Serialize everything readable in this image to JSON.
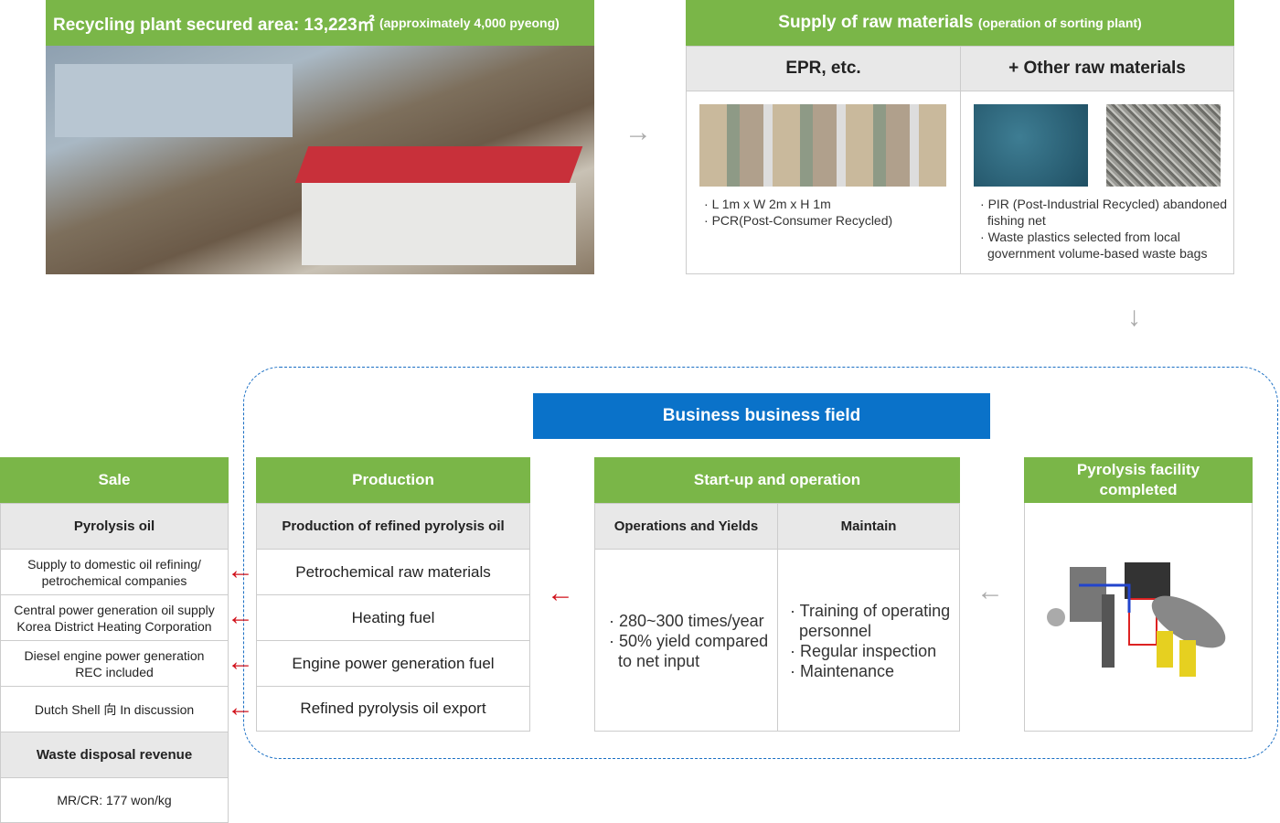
{
  "plant": {
    "title": "Recycling plant secured area: 13,223㎡",
    "title_note": "(approximately 4,000 pyeong)"
  },
  "supply": {
    "title": "Supply of raw materials",
    "title_note": "(operation of sorting plant)",
    "col1": {
      "header": "EPR, etc.",
      "items": [
        "L 1m x W 2m x H 1m",
        "PCR(Post-Consumer Recycled)"
      ]
    },
    "col2": {
      "header": "+ Other raw materials",
      "items": [
        "PIR (Post-Industrial Recycled) abandoned fishing net",
        "Waste plastics selected from local government volume-based waste bags"
      ]
    }
  },
  "banner": "Business business field",
  "sale": {
    "header": "Sale",
    "sub1": "Pyrolysis oil",
    "rows": [
      "Supply to domestic oil refining/ petrochemical companies",
      "Central power generation oil supply Korea District Heating Corporation",
      "Diesel engine power generation REC included",
      "Dutch Shell 向 In discussion"
    ],
    "sub2": "Waste disposal revenue",
    "revenue": "MR/CR: 177 won/kg"
  },
  "production": {
    "header": "Production",
    "sub": "Production of refined pyrolysis oil",
    "rows": [
      "Petrochemical raw materials",
      "Heating fuel",
      "Engine power generation fuel",
      "Refined pyrolysis oil export"
    ]
  },
  "startup": {
    "header": "Start-up and operation",
    "col1": {
      "header": "Operations and Yields",
      "items": [
        "280~300 times/year",
        "50% yield compared to net input"
      ]
    },
    "col2": {
      "header": "Maintain",
      "items": [
        "Training of operating personnel",
        "Regular inspection",
        "Maintenance"
      ]
    }
  },
  "facility": {
    "header": "Pyrolysis facility completed"
  },
  "colors": {
    "green": "#7ab648",
    "blue": "#0a72c9",
    "red": "#d0101a"
  }
}
